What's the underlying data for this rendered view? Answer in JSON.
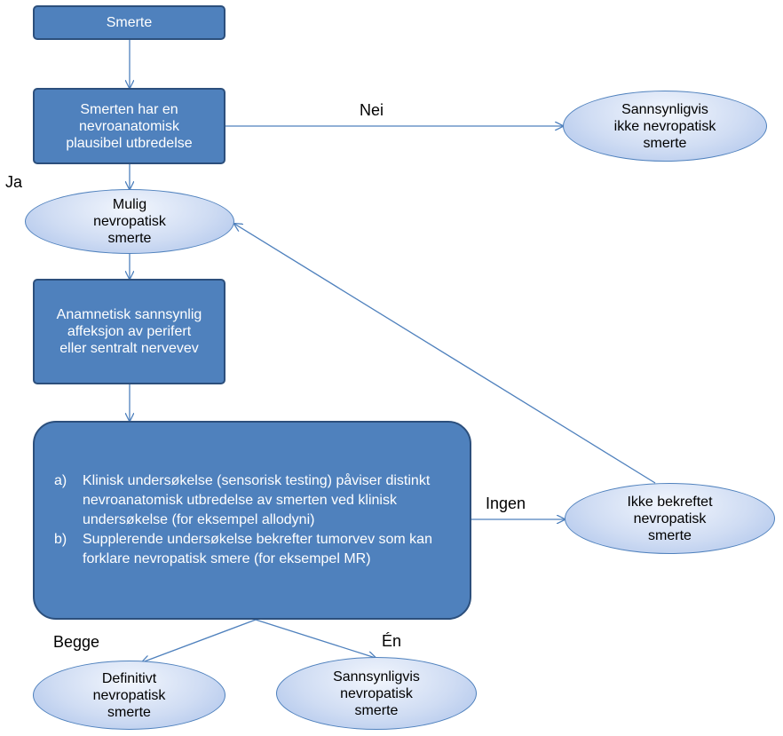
{
  "nodes": {
    "pain": "Smerte",
    "distribution_question": "Smerten har en nevroanatomisk plausibel utbredelse",
    "likely_not_neuropathic": "Sannsynligvis ikke nevropatisk smerte",
    "possible_neuropathic": "Mulig nevropatisk smerte",
    "history_affection": "Anamnetisk sannsynlig affeksjon av perifert eller sentralt nervevev",
    "criteria": [
      {
        "letter": "a)",
        "text": "Klinisk undersøkelse (sensorisk testing) påviser distinkt nevroanatomisk utbredelse av smerten ved klinisk undersøkelse (for eksempel allodyni)"
      },
      {
        "letter": "b)",
        "text": "Supplerende undersøkelse bekrefter tumorvev som kan forklare nevropatisk smere (for eksempel MR)"
      }
    ],
    "not_confirmed": "Ikke bekreftet nevropatisk smerte",
    "definite_neuropathic": "Definitivt nevropatisk smerte",
    "probable_neuropathic": "Sannsynligvis nevropatisk smerte"
  },
  "edge_labels": {
    "no": "Nei",
    "yes": "Ja",
    "none": "Ingen",
    "both": "Begge",
    "one": "Én"
  },
  "colors": {
    "box_fill": "#4f81bd",
    "box_border": "#2c4f7c",
    "ellipse_border": "#4f81bd",
    "arrow": "#4f81bd"
  }
}
